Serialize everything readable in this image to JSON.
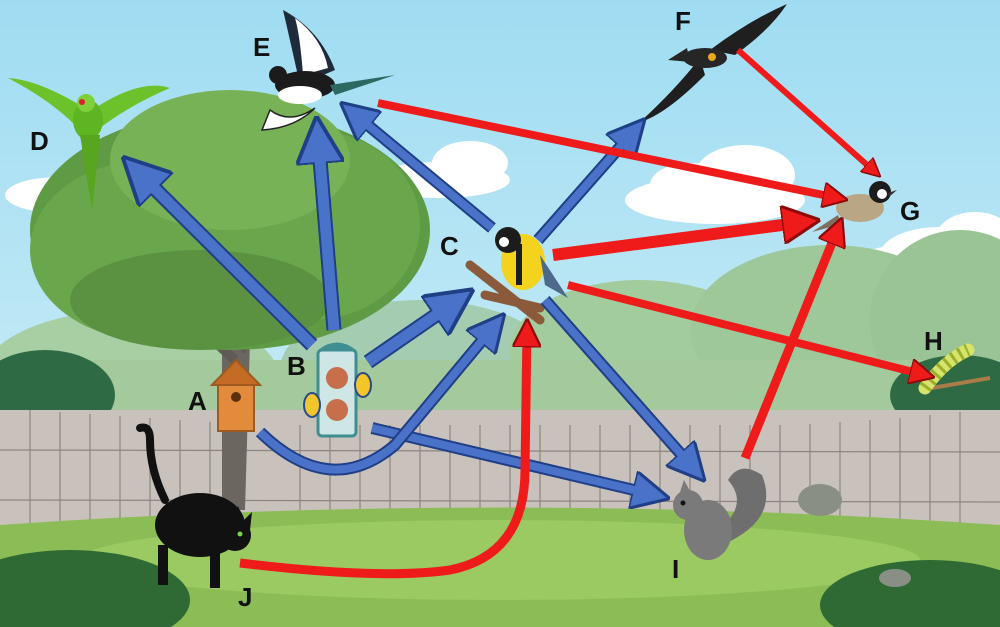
{
  "labels": {
    "A": "A",
    "B": "B",
    "C": "C",
    "D": "D",
    "E": "E",
    "F": "F",
    "G": "G",
    "H": "H",
    "I": "I",
    "J": "J"
  },
  "organisms": {
    "A": "bird box",
    "B": "bird feeder",
    "C": "great tit",
    "D": "ring-necked parakeet",
    "E": "magpie",
    "F": "bird of prey",
    "G": "coal tit",
    "H": "caterpillar",
    "I": "grey squirrel",
    "J": "black cat"
  },
  "arrow_colors": {
    "blue": "#4a72c9",
    "red": "#ef1a1a"
  },
  "relationships": [
    {
      "from": "B",
      "to": "D",
      "color": "blue"
    },
    {
      "from": "B",
      "to": "E",
      "color": "blue"
    },
    {
      "from": "B",
      "to": "C",
      "color": "blue"
    },
    {
      "from": "B",
      "to": "I",
      "color": "blue"
    },
    {
      "from": "A",
      "to": "C",
      "color": "blue"
    },
    {
      "from": "C",
      "to": "E",
      "color": "blue"
    },
    {
      "from": "C",
      "to": "F",
      "color": "blue"
    },
    {
      "from": "C",
      "to": "I",
      "color": "blue"
    },
    {
      "from": "C",
      "to": "G",
      "color": "red"
    },
    {
      "from": "C",
      "to": "H",
      "color": "red"
    },
    {
      "from": "E",
      "to": "G",
      "color": "red"
    },
    {
      "from": "F",
      "to": "G",
      "color": "red"
    },
    {
      "from": "I",
      "to": "G",
      "color": "red"
    },
    {
      "from": "J",
      "to": "C",
      "color": "red"
    }
  ]
}
